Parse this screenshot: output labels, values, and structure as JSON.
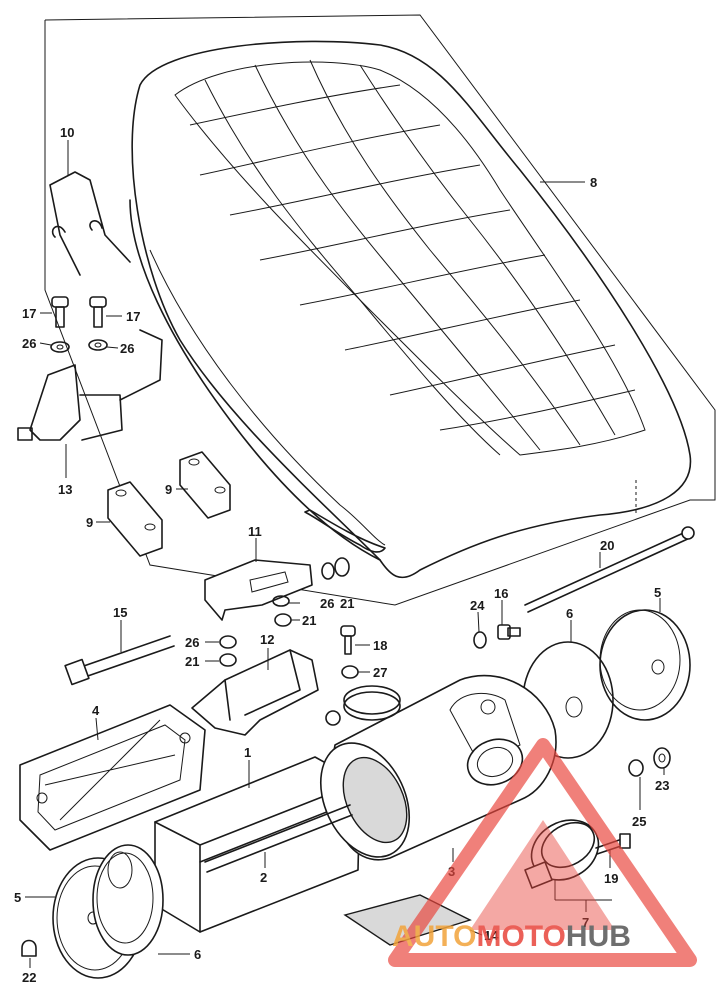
{
  "watermark": {
    "part1": "AUTO",
    "part2": "MOTO",
    "part3": "HUB",
    "accent_color": "#e8453c",
    "secondary_color": "#f2a33a",
    "dark_color": "#555555"
  },
  "callouts": {
    "c8": "8",
    "c10": "10",
    "c17a": "17",
    "c17b": "17",
    "c26a": "26",
    "c26b": "26",
    "c13": "13",
    "c9a": "9",
    "c9b": "9",
    "c11": "11",
    "c26c": "26",
    "c21a": "21",
    "c21b": "21",
    "c20": "20",
    "c5a": "5",
    "c6a": "6",
    "c24": "24",
    "c16": "16",
    "c15": "15",
    "c12": "12",
    "c26d": "26",
    "c21c": "21",
    "c18": "18",
    "c27": "27",
    "c4": "4",
    "c1": "1",
    "c2": "2",
    "c3": "3",
    "c25": "25",
    "c23": "23",
    "c19": "19",
    "c7": "7",
    "c14": "14",
    "c5b": "5",
    "c6b": "6",
    "c22": "22"
  }
}
